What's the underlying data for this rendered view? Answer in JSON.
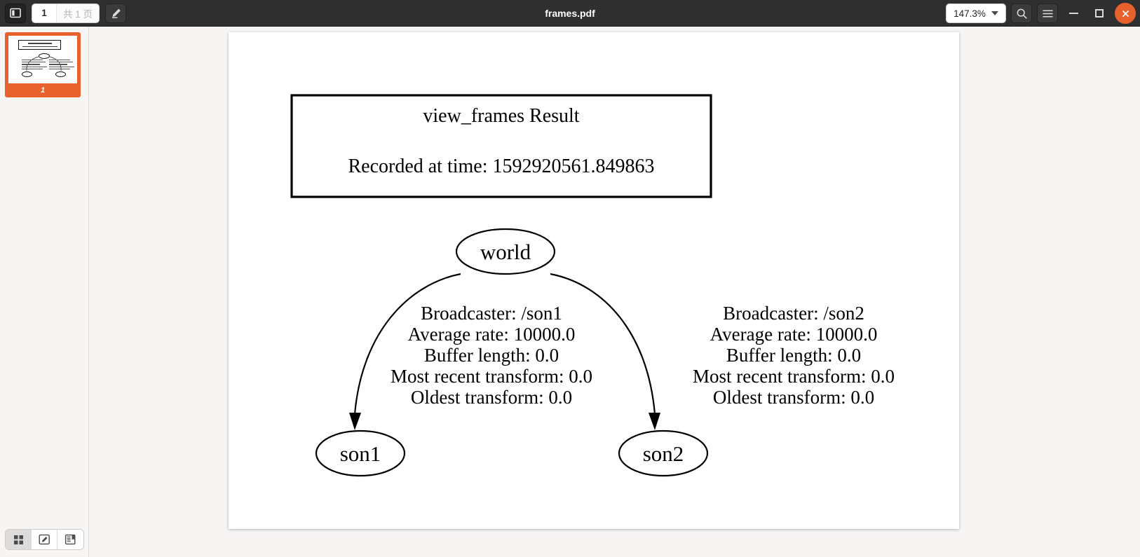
{
  "window": {
    "title": "frames.pdf",
    "accent_close": "#e8602c",
    "titlebar_bg": "#2f2f2f"
  },
  "toolbar": {
    "sidebar_toggle_icon": "sidebar-toggle-icon",
    "page_number": "1",
    "page_total": "共 1 页",
    "annotate_icon": "pencil-icon",
    "zoom_level": "147.3%",
    "search_icon": "search-icon",
    "menu_icon": "hamburger-menu-icon",
    "minimize_label": "−",
    "maximize_label": "□",
    "close_label": "✕"
  },
  "sidebar": {
    "thumbnails": [
      {
        "page_label": "1",
        "selected": true
      }
    ],
    "tools": [
      {
        "name": "thumbnails-view",
        "icon": "grid-icon",
        "active": true
      },
      {
        "name": "annotations-view",
        "icon": "pencil-square-icon",
        "active": false
      },
      {
        "name": "outline-view",
        "icon": "bookmark-book-icon",
        "active": false
      }
    ]
  },
  "document": {
    "header_box": {
      "title": "view_frames Result",
      "recorded": "Recorded at time: 1592920561.849863"
    },
    "graph": {
      "nodes": [
        {
          "id": "world",
          "label": "world"
        },
        {
          "id": "son1",
          "label": "son1"
        },
        {
          "id": "son2",
          "label": "son2"
        }
      ],
      "edges": [
        {
          "from": "world",
          "to": "son1",
          "lines": [
            "Broadcaster: /son1",
            "Average rate: 10000.0",
            "Buffer length: 0.0",
            "Most recent transform: 0.0",
            "Oldest transform: 0.0"
          ]
        },
        {
          "from": "world",
          "to": "son2",
          "lines": [
            "Broadcaster: /son2",
            "Average rate: 10000.0",
            "Buffer length: 0.0",
            "Most recent transform: 0.0",
            "Oldest transform: 0.0"
          ]
        }
      ]
    }
  }
}
